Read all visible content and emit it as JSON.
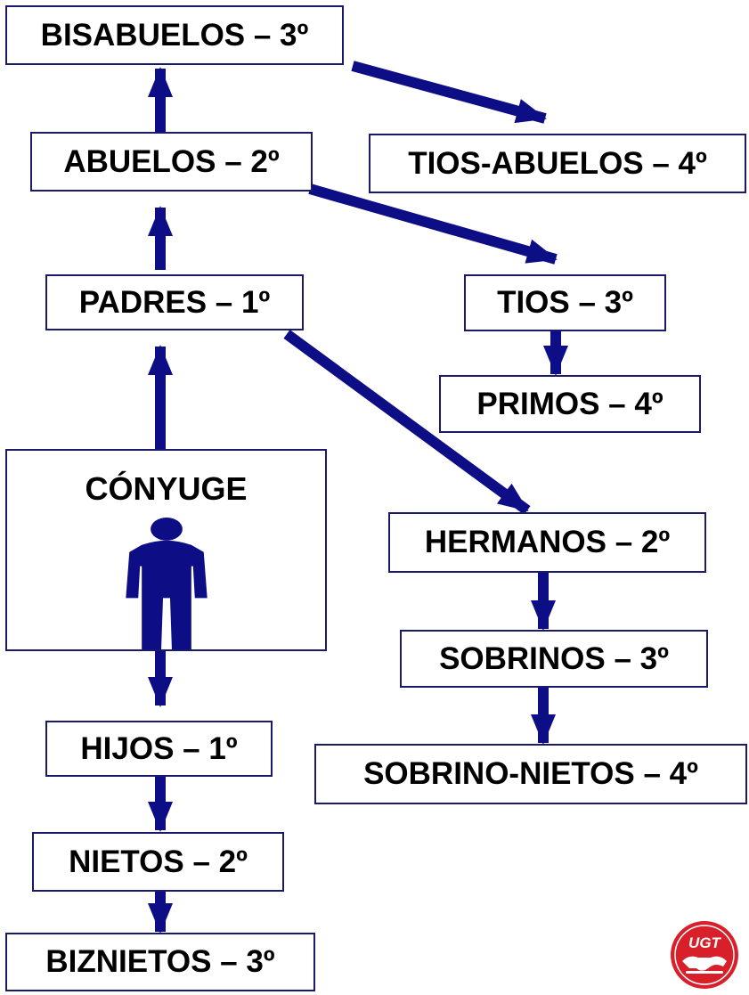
{
  "colors": {
    "arrow": "#0d0d85",
    "box_border": "#1a1a6b",
    "person": "#0d0d85",
    "logo_red": "#d8202a"
  },
  "nodes": {
    "bisabuelos": "BISABUELOS – 3º",
    "abuelos": "ABUELOS – 2º",
    "tios_abuelos": "TIOS-ABUELOS – 4º",
    "padres": "PADRES – 1º",
    "tios": "TIOS – 3º",
    "primos": "PRIMOS – 4º",
    "conyuge": "CÓNYUGE",
    "hermanos": "HERMANOS – 2º",
    "sobrinos": "SOBRINOS – 3º",
    "sobrino_nietos": "SOBRINO-NIETOS – 4º",
    "hijos": "HIJOS – 1º",
    "nietos": "NIETOS – 2º",
    "biznietos": "BIZNIETOS – 3º"
  },
  "logo": {
    "text": "UGT"
  },
  "edges": [
    {
      "from": "conyuge",
      "to": "padres"
    },
    {
      "from": "padres",
      "to": "abuelos"
    },
    {
      "from": "abuelos",
      "to": "bisabuelos"
    },
    {
      "from": "bisabuelos",
      "to": "tios_abuelos"
    },
    {
      "from": "abuelos",
      "to": "tios"
    },
    {
      "from": "tios",
      "to": "primos"
    },
    {
      "from": "padres",
      "to": "hermanos"
    },
    {
      "from": "hermanos",
      "to": "sobrinos"
    },
    {
      "from": "sobrinos",
      "to": "sobrino_nietos"
    },
    {
      "from": "conyuge",
      "to": "hijos"
    },
    {
      "from": "hijos",
      "to": "nietos"
    },
    {
      "from": "nietos",
      "to": "biznietos"
    }
  ]
}
